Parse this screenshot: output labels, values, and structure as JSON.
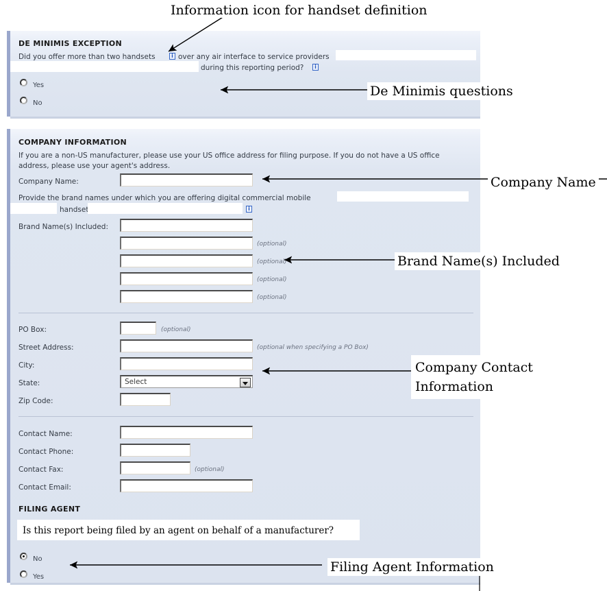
{
  "annotations": {
    "info_icon": "Information icon for handset definition",
    "de_minimis": {
      "italic": "De Minimis",
      "rest": " questions"
    },
    "company_name": "Company Name",
    "brand_names": "Brand Name(s) Included",
    "company_contact": "Company Contact\nInformation",
    "company_contact_line1": "Company Contact",
    "company_contact_line2": "Information",
    "filing_agent": "Filing Agent Information"
  },
  "de_minimis_section": {
    "title": "DE MINIMIS EXCEPTION",
    "question_line1": "Did you offer more than two handsets",
    "question_line1_cont": "over any air interface to service providers",
    "question_line2": "during this reporting period?",
    "info_icon_label": "i",
    "options": [
      {
        "label": "Yes",
        "selected": false
      },
      {
        "label": "No",
        "selected": false
      }
    ]
  },
  "company_section": {
    "title": "COMPANY INFORMATION",
    "intro_line1": "If you are a non-US manufacturer, please use your US office address for filing purpose. If you do not have a US office",
    "intro_line2": "address, please use your agent's address.",
    "company_name_label": "Company Name:",
    "company_name_value": "",
    "brand_intro_line1": "Provide the brand names under which you are offering digital commercial mobile",
    "brand_intro_line2": "handsets",
    "brand_label": "Brand Name(s) Included:",
    "brand_fields": [
      {
        "value": "",
        "hint": ""
      },
      {
        "value": "",
        "hint": "(optional)"
      },
      {
        "value": "",
        "hint": "(optional)"
      },
      {
        "value": "",
        "hint": "(optional)"
      },
      {
        "value": "",
        "hint": "(optional)"
      }
    ],
    "address": {
      "po_box_label": "PO Box:",
      "po_box_value": "",
      "po_box_hint": "(optional)",
      "street_label": "Street Address:",
      "street_value": "",
      "street_hint": "(optional when specifying a PO Box)",
      "city_label": "City:",
      "city_value": "",
      "state_label": "State:",
      "state_value": "Select",
      "zip_label": "Zip Code:",
      "zip_value": ""
    },
    "contact": {
      "name_label": "Contact Name:",
      "name_value": "",
      "phone_label": "Contact Phone:",
      "phone_value": "",
      "fax_label": "Contact Fax:",
      "fax_value": "",
      "fax_hint": "(optional)",
      "email_label": "Contact Email:",
      "email_value": ""
    },
    "filing_agent": {
      "title": "FILING AGENT",
      "question": "Is this report being filed by an agent on behalf of a manufacturer?",
      "question_tail": "?",
      "options": [
        {
          "label": "No",
          "selected": true
        },
        {
          "label": "Yes",
          "selected": false
        }
      ]
    }
  },
  "colors": {
    "panel_bg": "#dce3ef",
    "panel_accent": "#9aa7cc",
    "info_icon_border": "#3566c6",
    "text": "#333a44"
  }
}
